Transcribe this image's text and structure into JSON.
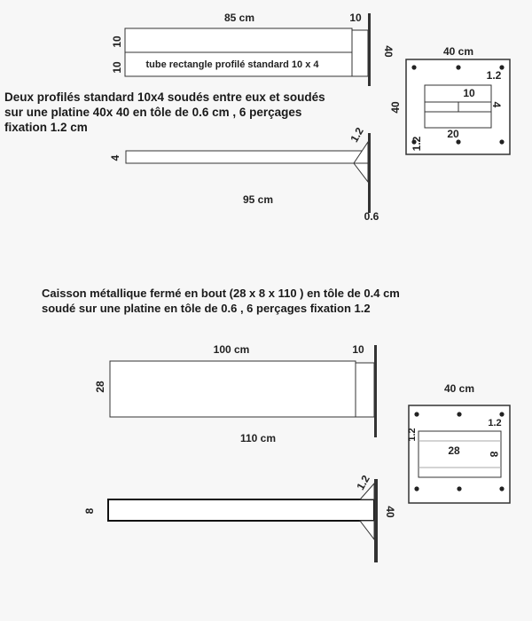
{
  "top": {
    "elev_length": "85 cm",
    "elev_plate_gap": "10",
    "elev_h1": "10",
    "elev_h2": "10",
    "elev_tube_label": "tube rectangle  profilé standard 10 x 4",
    "elev_plate_h": "40",
    "plate_w": "40 cm",
    "plate_h": "40",
    "plate_hole": "1.2",
    "plate_hole_left": "1.2",
    "plate_inner_w": "10",
    "plate_inner_h": "4",
    "plate_inner_total": "20",
    "desc": [
      "Deux profilés standard 10x4  soudés entre eux et soudés",
      "sur une platine 40x 40   en tôle de 0.6  cm  , 6 perçages",
      "fixation 1.2 cm"
    ],
    "side_weld": "1.2",
    "side_h": "4",
    "side_length": "95 cm",
    "side_plate_t": "0.6"
  },
  "bottom": {
    "desc": [
      "Caisson  métallique fermé  en bout  (28  x  8  x  110   )  en  tôle de 0.4 cm",
      "soudé sur une platine en tôle de  0.6 , 6 perçages  fixation 1.2"
    ],
    "elev_length": "100 cm",
    "elev_plate_gap": "10",
    "elev_h": "28",
    "elev_total": "110 cm",
    "plate_w": "40 cm",
    "plate_hole": "1.2",
    "plate_hole_left": "1.2",
    "plate_inner_w": "28",
    "plate_inner_h": "8",
    "side_weld": "1.2",
    "side_h": "8",
    "side_plate_h": "40"
  }
}
